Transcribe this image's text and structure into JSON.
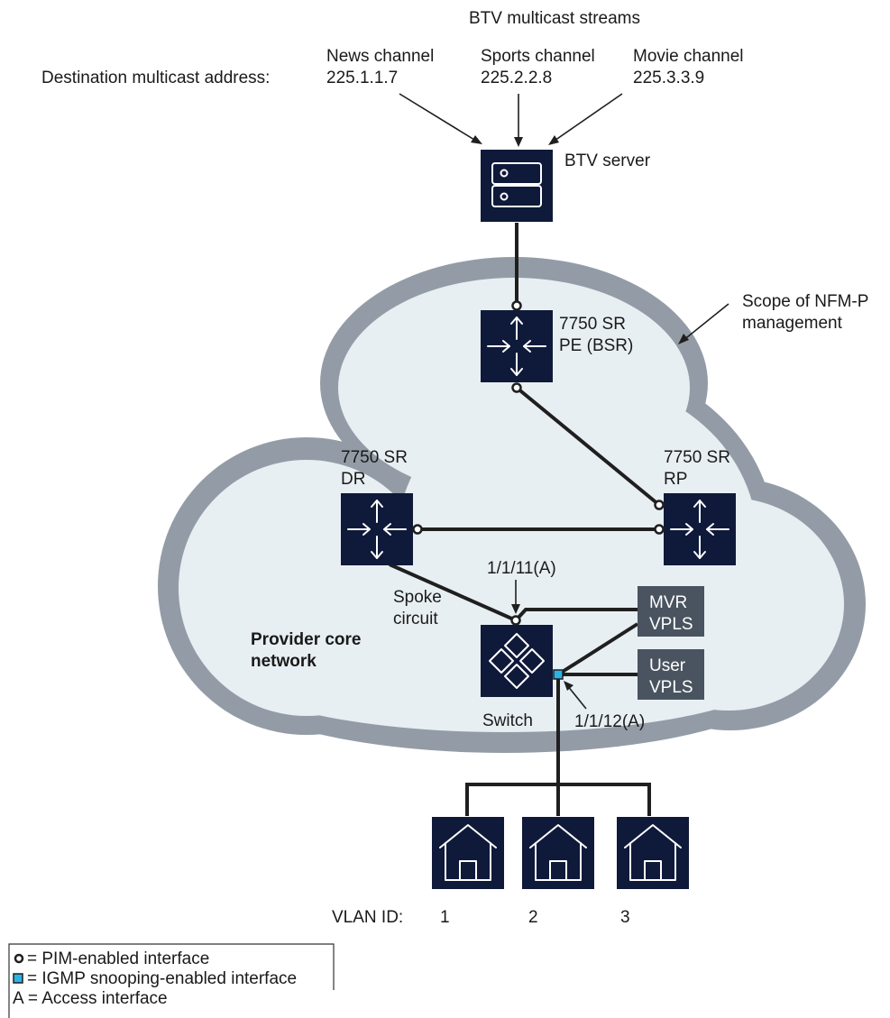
{
  "title": "BTV multicast streams",
  "destination_label": "Destination multicast address:",
  "channels": [
    {
      "name": "News channel",
      "address": "225.1.1.7"
    },
    {
      "name": "Sports channel",
      "address": "225.2.2.8"
    },
    {
      "name": "Movie channel",
      "address": "225.3.3.9"
    }
  ],
  "server_label": "BTV server",
  "scope_label": [
    "Scope of NFM-P",
    "management"
  ],
  "routers": {
    "pe": [
      "7750 SR",
      "PE (BSR)"
    ],
    "dr": [
      "7750 SR",
      "DR"
    ],
    "rp": [
      "7750 SR",
      "RP"
    ]
  },
  "spoke_label": [
    "Spoke",
    "circuit"
  ],
  "core_label": [
    "Provider core",
    "network"
  ],
  "port_a": "1/1/11(A)",
  "port_b": "1/1/12(A)",
  "mvr": [
    "MVR",
    "VPLS"
  ],
  "user": [
    "User",
    "VPLS"
  ],
  "switch_label": "Switch",
  "vlan_label": "VLAN ID:",
  "vlans": [
    "1",
    "2",
    "3"
  ],
  "legend": [
    "= PIM-enabled interface",
    "= IGMP snooping-enabled interface",
    "A = Access interface"
  ],
  "colors": {
    "node": "#0f1a3a",
    "vpls": "#4a5460",
    "cloud_outline": "#939ca6",
    "cloud_fill": "#e8eff3",
    "igmp": "#2bb3e6"
  }
}
